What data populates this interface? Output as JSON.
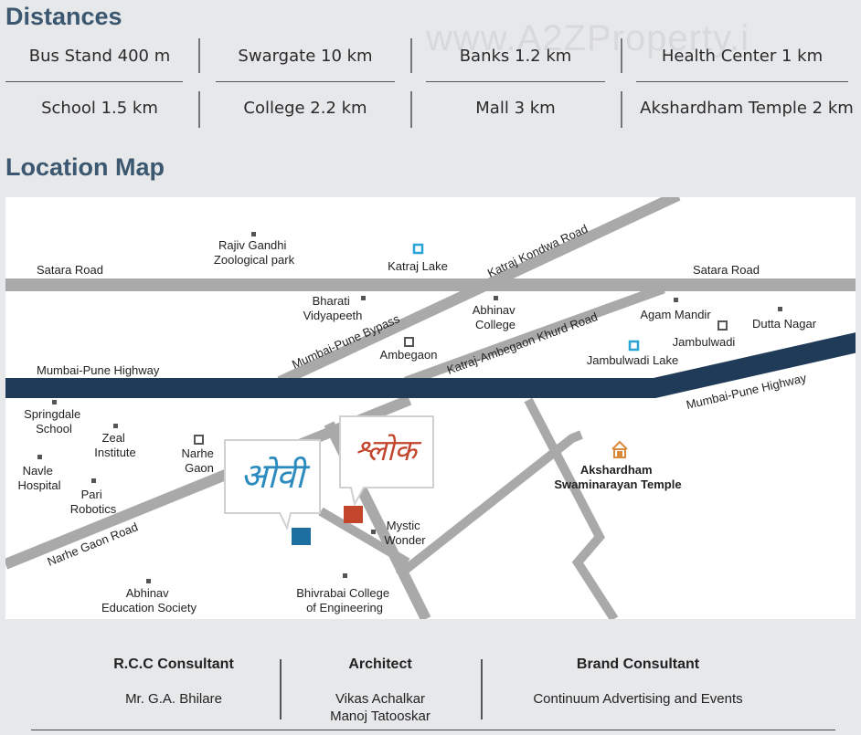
{
  "distances_title": "Distances",
  "distances": [
    [
      "Bus Stand 400 m",
      "Swargate 10 km",
      "Banks 1.2   km",
      "Health Center 1 km"
    ],
    [
      "School 1.5 km",
      "College 2.2 km",
      "Mall 3 km",
      "Akshardham Temple 2 km"
    ]
  ],
  "watermark": "www.A2ZProperty.i",
  "location_title": "Location Map",
  "map": {
    "roads": {
      "satara_left": "Satara Road",
      "satara_right": "Satara Road",
      "katraj_kondwa": "Katraj Kondwa Road",
      "mumbai_pune_bypass": "Mumbai-Pune Bypass",
      "katraj_ambegaon": "Katraj-Ambegaon Khurd Road",
      "highway_left": "Mumbai-Pune Highway",
      "highway_right": "Mumbai-Pune Highway",
      "narhe_gaon": "Narhe Gaon Road"
    },
    "places": {
      "rajiv_gandhi": [
        "Rajiv Gandhi",
        "Zoological park"
      ],
      "katraj_lake": "Katraj Lake",
      "bharati": [
        "Bharati",
        "Vidyapeeth"
      ],
      "abhinav_college": [
        "Abhinav",
        "College"
      ],
      "ambegaon": "Ambegaon",
      "agam_mandir": "Agam Mandir",
      "jambulwadi": "Jambulwadi",
      "dutta_nagar": "Dutta Nagar",
      "jambulwadi_lake": "Jambulwadi Lake",
      "springdale": [
        "Springdale",
        "School"
      ],
      "zeal": [
        "Zeal",
        "Institute"
      ],
      "navle": [
        "Navle",
        "Hospital"
      ],
      "pari": [
        "Pari",
        "Robotics"
      ],
      "narhe_gaon": [
        "Narhe",
        "Gaon"
      ],
      "akshardham": [
        "Akshardham",
        "Swaminarayan Temple"
      ],
      "mystic": [
        "Mystic",
        "Wonder"
      ],
      "abhinav_edu": [
        "Abhinav",
        "Education Society"
      ],
      "bhivrabai": [
        "Bhivrabai College",
        "of Engineering"
      ]
    },
    "project_logos": {
      "left": "ओवी",
      "right": "श्लोक"
    },
    "colors": {
      "minor_road": "#a9a9a9",
      "highway": "#1f3b57",
      "lake_marker": "#2aa4d6",
      "left_project": "#1c6fa0",
      "right_project": "#c2452c",
      "temple_icon": "#d8893a"
    }
  },
  "footer": {
    "columns": [
      {
        "heading": "R.C.C Consultant",
        "lines": [
          "Mr. G.A. Bhilare"
        ]
      },
      {
        "heading": "Architect",
        "lines": [
          "Vikas Achalkar",
          "Manoj Tatooskar"
        ]
      },
      {
        "heading": "Brand Consultant",
        "lines": [
          "Continuum Advertising and Events"
        ]
      }
    ]
  }
}
